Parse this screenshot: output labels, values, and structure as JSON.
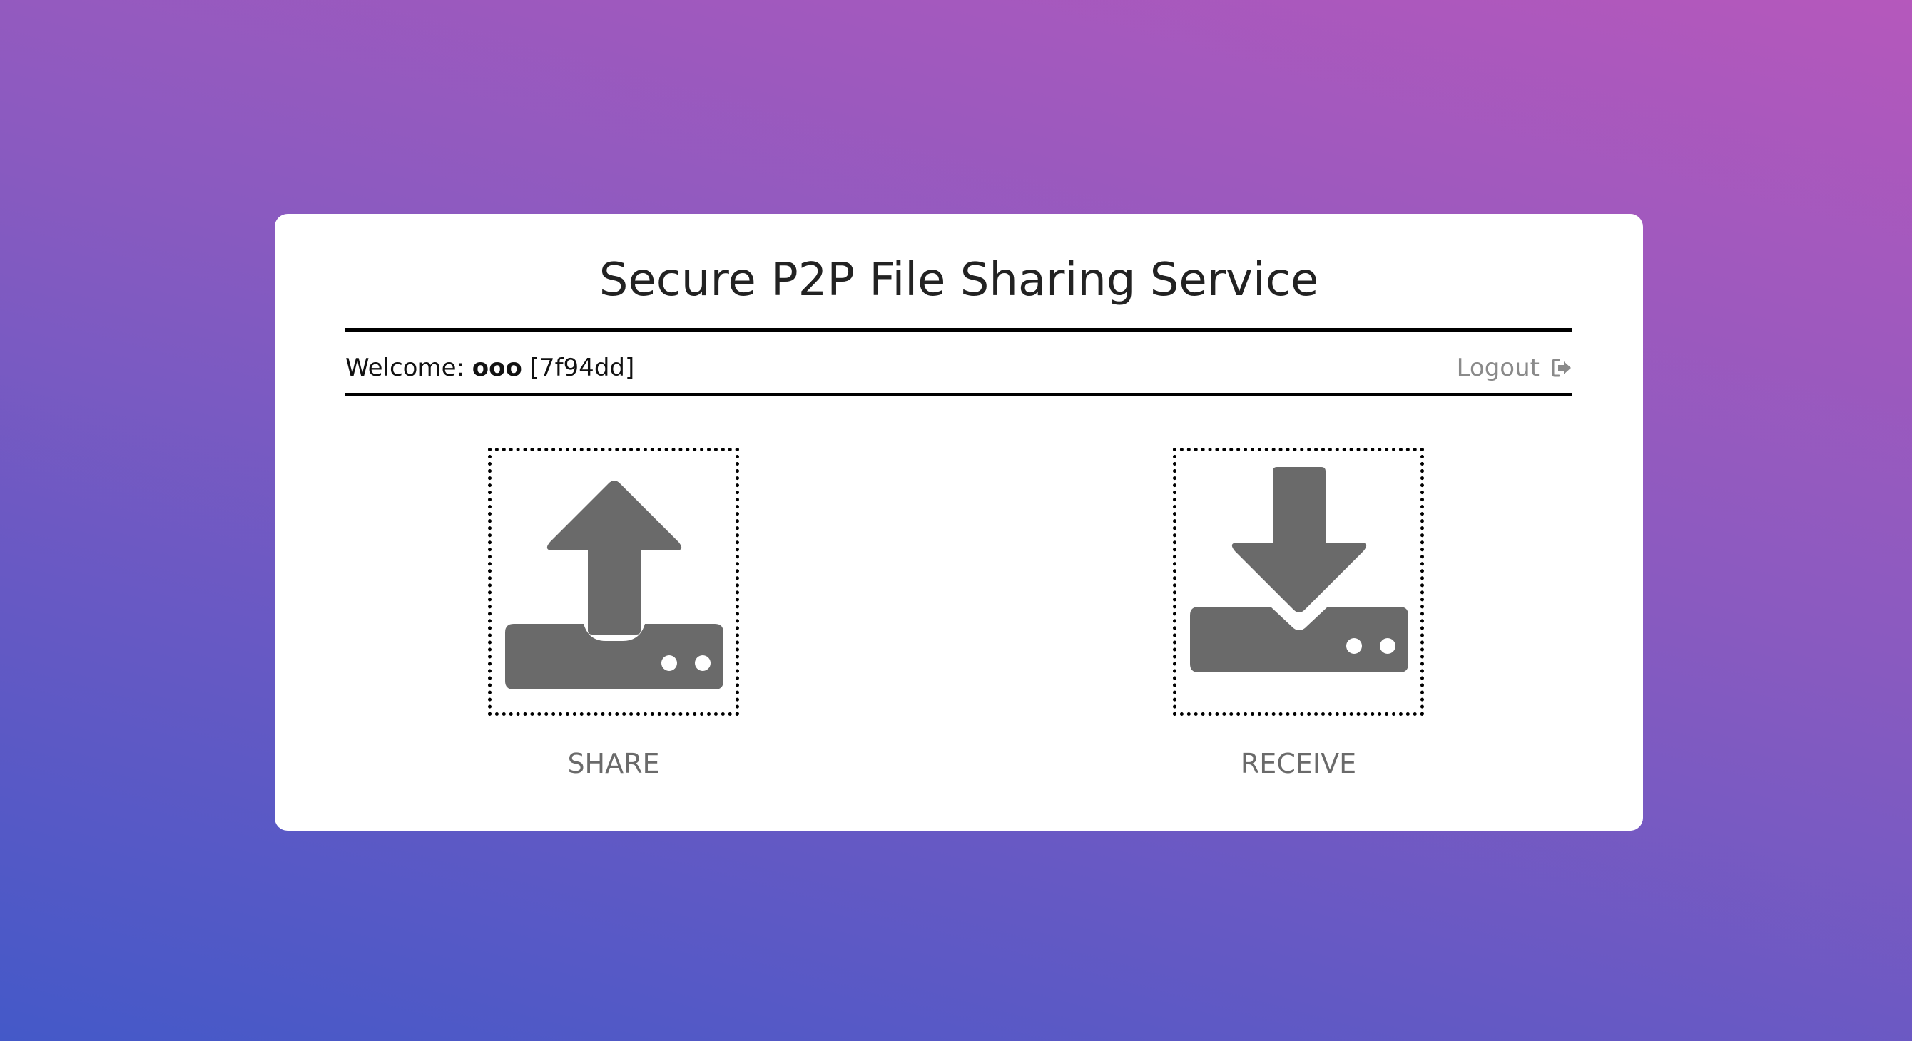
{
  "app": {
    "title": "Secure P2P File Sharing Service"
  },
  "session": {
    "welcome_label": "Welcome:",
    "username": "ooo",
    "user_id": "[7f94dd]",
    "logout_label": "Logout",
    "logout_icon": "sign-out-icon"
  },
  "actions": {
    "share": {
      "label": "SHARE",
      "icon": "upload-icon"
    },
    "receive": {
      "label": "RECEIVE",
      "icon": "download-icon"
    }
  },
  "colors": {
    "icon": "#6a6a6a",
    "gradient_start": "#4459c8",
    "gradient_end": "#b558bc"
  }
}
